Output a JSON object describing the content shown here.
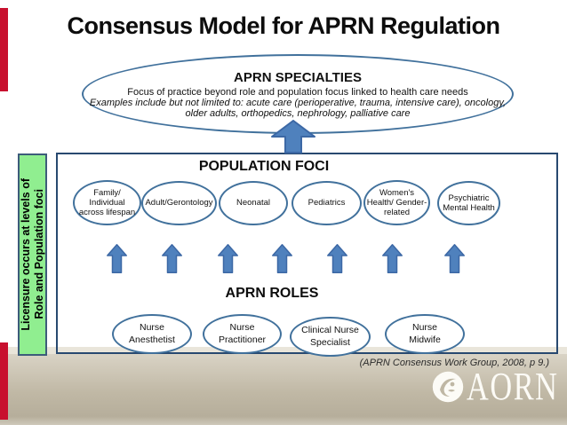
{
  "slide": {
    "title": "Consensus Model for APRN Regulation"
  },
  "specialties": {
    "heading": "APRN SPECIALTIES",
    "line1": "Focus of practice beyond role and population focus linked to health care needs",
    "line2": "Examples include but not limited to: acute care (perioperative, trauma, intensive care), oncology, older adults, orthopedics, nephrology, palliative care"
  },
  "population": {
    "heading": "POPULATION FOCI",
    "items": [
      {
        "lines": [
          "Family/",
          "Individual",
          "across lifespan"
        ]
      },
      {
        "lines": [
          "Adult/Gerontology"
        ]
      },
      {
        "lines": [
          "Neonatal"
        ]
      },
      {
        "lines": [
          "Pediatrics"
        ]
      },
      {
        "lines": [
          "Women's",
          "Health/ Gender-",
          "related"
        ]
      },
      {
        "lines": [
          "Psychiatric",
          "Mental Health"
        ]
      }
    ]
  },
  "roles": {
    "heading": "APRN ROLES",
    "items": [
      {
        "lines": [
          "Nurse",
          "Anesthetist"
        ]
      },
      {
        "lines": [
          "Nurse",
          "Practitioner"
        ]
      },
      {
        "lines": [
          "Clinical Nurse",
          "Specialist"
        ]
      },
      {
        "lines": [
          "Nurse",
          "Midwife"
        ]
      }
    ]
  },
  "sidebar": {
    "lines": [
      "Licensure occurs at levels of",
      "Role and Population foci"
    ]
  },
  "footer": {
    "citation": "(APRN Consensus Work Group, 2008, p 9.)",
    "logo_text": "AORN"
  },
  "icons": {
    "up_arrow": "block up-arrow shape (blue)",
    "aorn_emblem": "white circular emblem with stylized figure"
  },
  "colors": {
    "arrow_blue": "#4f81bd",
    "arrow_border": "#3c68a5",
    "ellipse_border": "#41719c",
    "box_border": "#284970",
    "sidebar_green": "#90ee90",
    "accent_red": "#c8102e",
    "band_tan_light": "#d9d3c5",
    "band_tan_dark": "#b6ae9b",
    "band_strip": "#e9e5da"
  }
}
